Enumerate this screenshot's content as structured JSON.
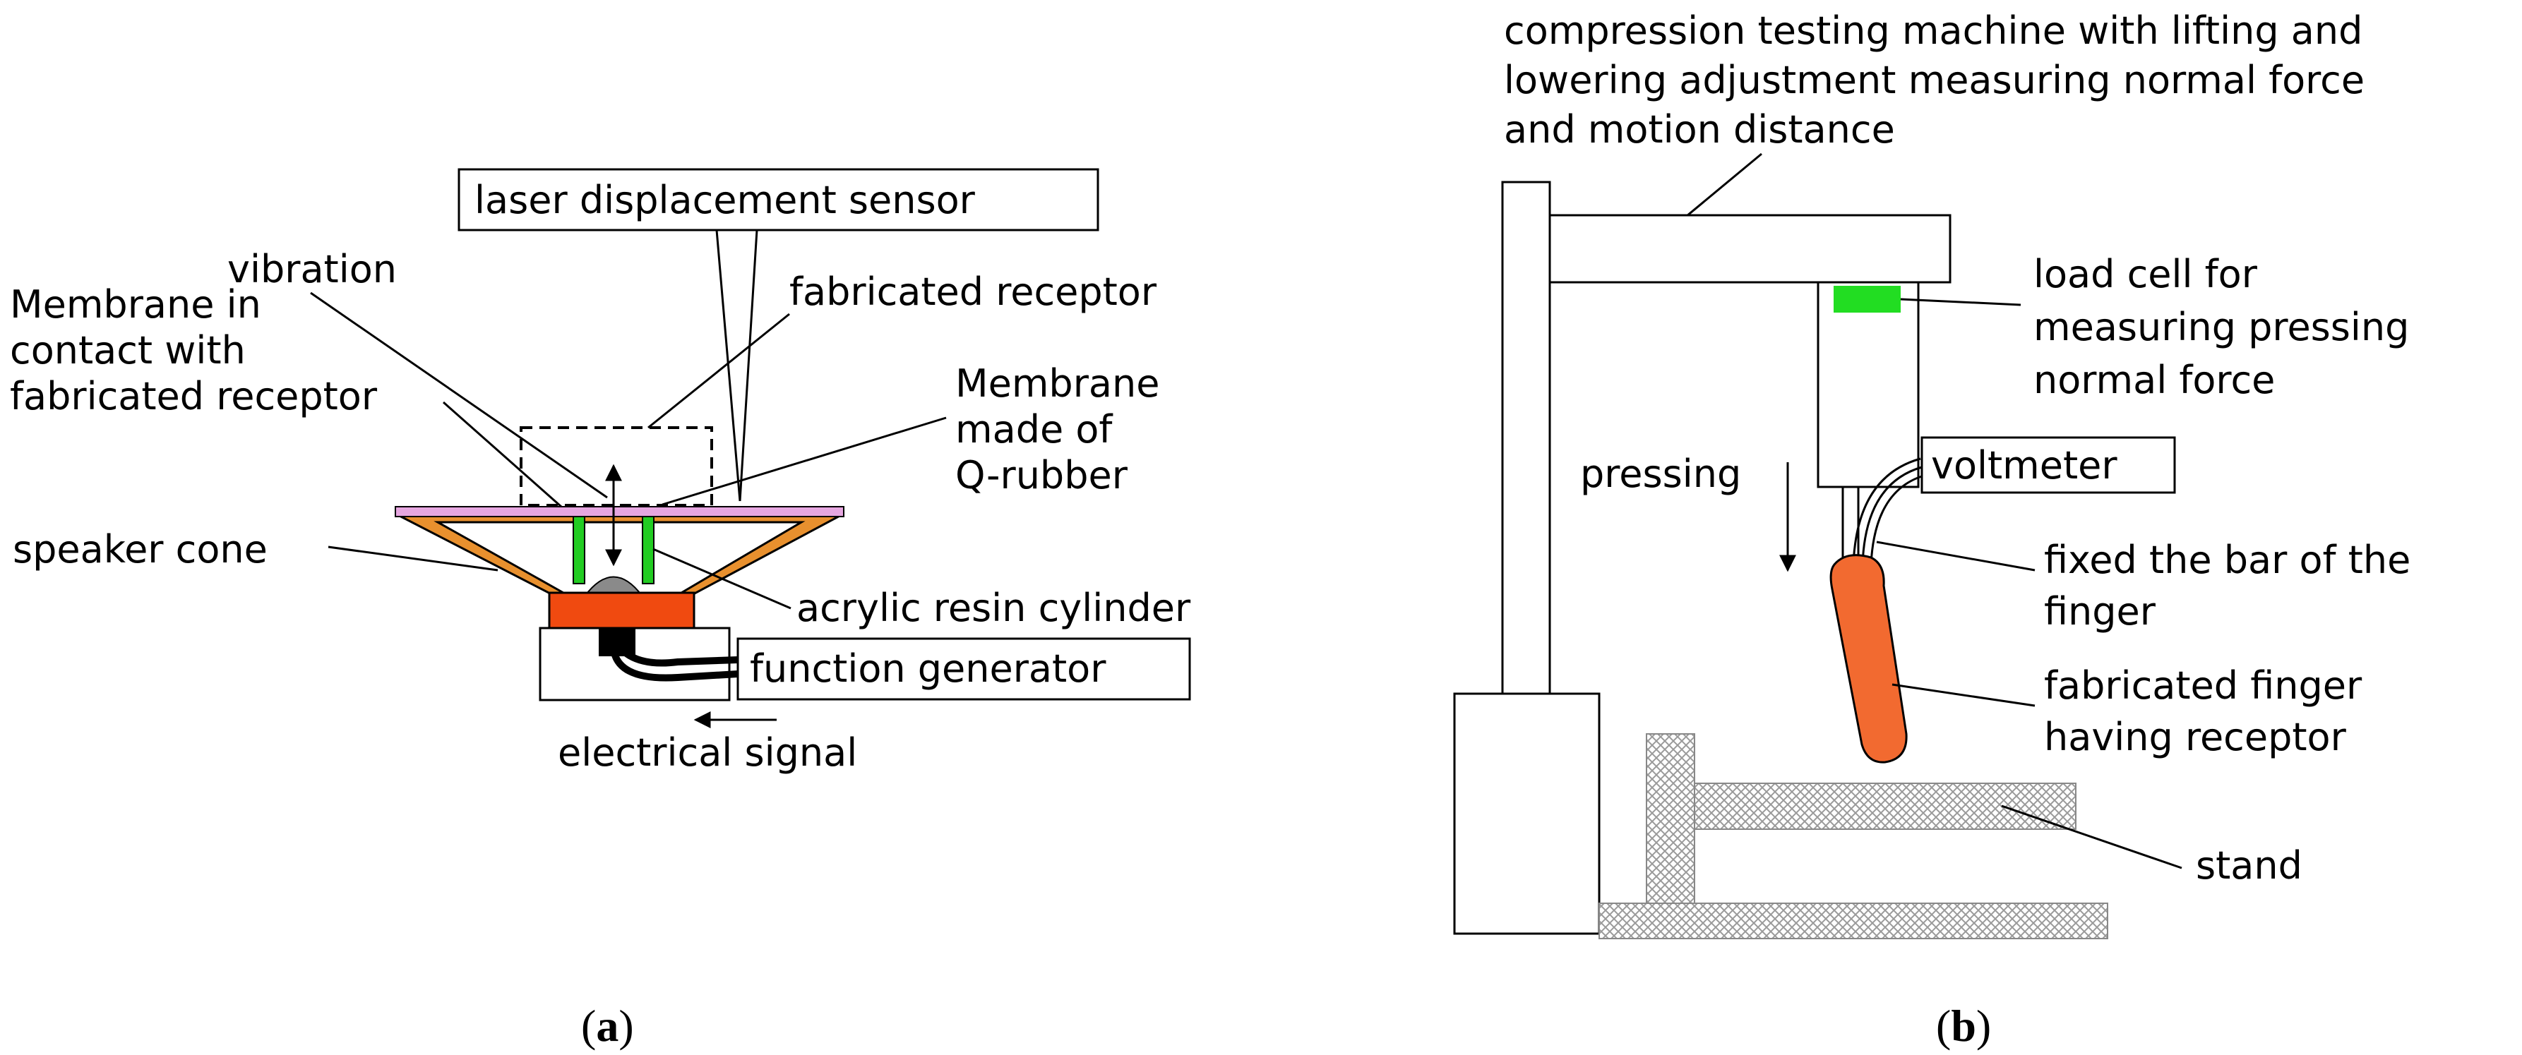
{
  "panel_a": {
    "label_laser": "laser displacement sensor",
    "label_vibration": "vibration",
    "label_membrane_contact": [
      "Membrane in",
      "contact with",
      "fabricated receptor"
    ],
    "label_fabricated_receptor": "fabricated receptor",
    "label_membrane_qrubber": [
      "Membrane",
      "made of",
      "Q-rubber"
    ],
    "label_speaker_cone": "speaker cone",
    "label_acrylic": "acrylic resin cylinder",
    "label_function_generator": "function generator",
    "label_electrical_signal": "electrical signal",
    "caption_open": "(",
    "caption_letter": "a",
    "caption_close": ")"
  },
  "panel_b": {
    "label_compression": [
      "compression testing machine with lifting and",
      "lowering adjustment measuring normal force",
      "and motion distance"
    ],
    "label_load_cell": [
      "load cell for",
      "measuring pressing",
      "normal force"
    ],
    "label_voltmeter": "voltmeter",
    "label_pressing": "pressing",
    "label_fixed_bar": [
      "fixed the bar of the",
      "finger"
    ],
    "label_fabricated_finger": [
      "fabricated finger",
      "having receptor"
    ],
    "label_stand": "stand",
    "caption_open": "(",
    "caption_letter": "b",
    "caption_close": ")"
  },
  "colors": {
    "membrane_pink": "#e6a6e0",
    "speaker_cone_orange": "#e8902e",
    "magnet_red": "#f04a10",
    "acrylic_green": "#22cc22",
    "load_cell_green": "#22dd22",
    "finger_orange": "#f26a30",
    "dome_gray": "#8a8a8a"
  }
}
